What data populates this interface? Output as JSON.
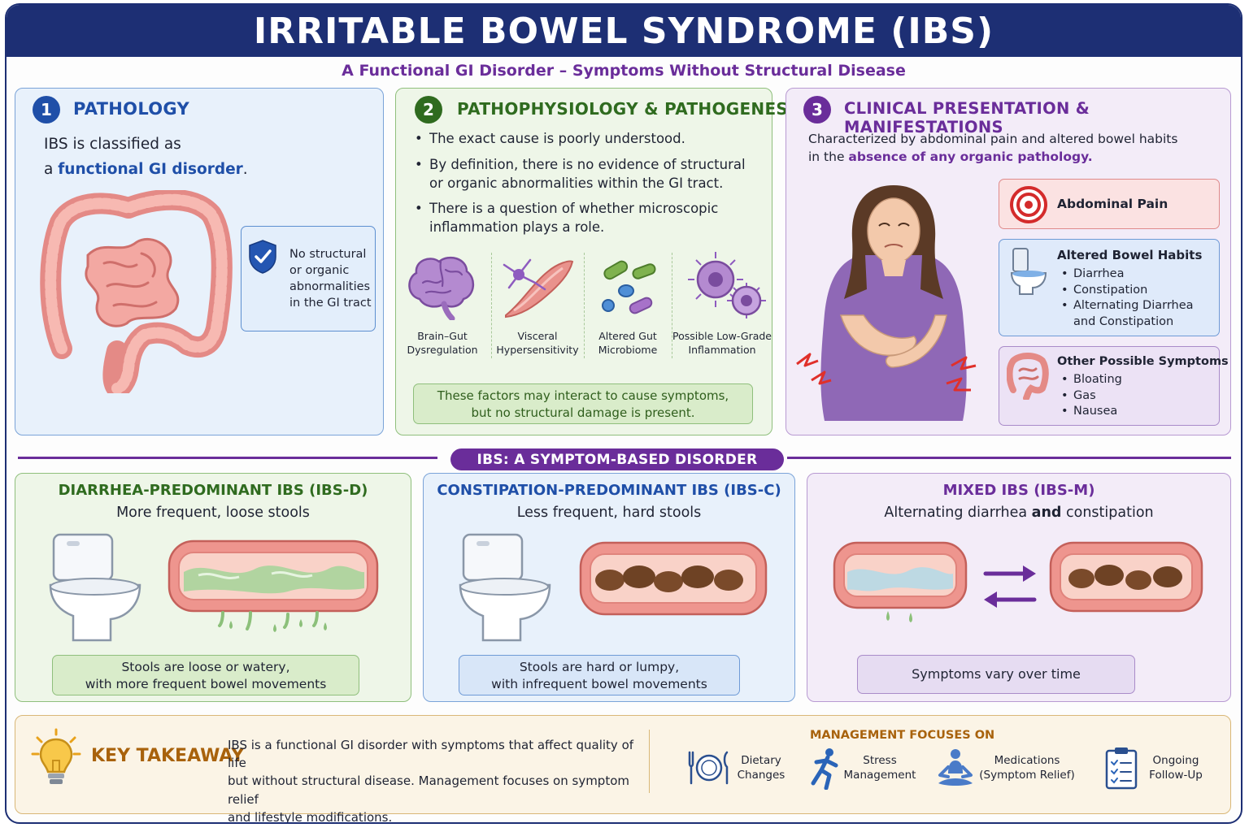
{
  "title": "IRRITABLE BOWEL SYNDROME (IBS)",
  "subtitle": "A Functional GI Disorder – Symptoms Without Structural Disease",
  "pathology": {
    "number": "1",
    "title": "PATHOLOGY",
    "line1": "IBS is classified as",
    "line2_prefix": "a ",
    "line2_highlight": "functional GI disorder",
    "line2_suffix": ".",
    "badge_text": "No structural or organic abnormalities in the GI tract"
  },
  "pathophysiology": {
    "number": "2",
    "title": "PATHOPHYSIOLOGY & PATHOGENESIS",
    "bullets": [
      "The exact cause is poorly understood.",
      "By definition, there is no evidence of structural or organic abnormalities within the GI tract.",
      "There is a question of whether microscopic inflammation plays a role."
    ],
    "factors": [
      {
        "line1": "Brain–Gut",
        "line2": "Dysregulation",
        "icon": "brain-icon"
      },
      {
        "line1": "Visceral",
        "line2": "Hypersensitivity",
        "icon": "nerve-icon"
      },
      {
        "line1": "Altered Gut",
        "line2": "Microbiome",
        "icon": "bacteria-icon"
      },
      {
        "line1": "Possible Low-Grade",
        "line2": "Inflammation",
        "icon": "inflammation-cells-icon"
      }
    ],
    "note_line1": "These factors may interact to cause symptoms,",
    "note_line2": "but no structural damage is present."
  },
  "clinical": {
    "number": "3",
    "title": "CLINICAL PRESENTATION & MANIFESTATIONS",
    "intro_line1": "Characterized by abdominal pain and altered bowel habits",
    "intro_prefix": "in the ",
    "intro_highlight": "absence of any organic pathology.",
    "pain": "Abdominal Pain",
    "bowel_title": "Altered Bowel Habits",
    "bowel_items": [
      "Diarrhea",
      "Constipation",
      "Alternating Diarrhea and Constipation"
    ],
    "other_title": "Other Possible Symptoms",
    "other_items": [
      "Bloating",
      "Gas",
      "Nausea"
    ]
  },
  "band_label": "IBS: A SYMPTOM-BASED DISORDER",
  "subtypes": {
    "d": {
      "title": "DIARRHEA-PREDOMINANT IBS (IBS-D)",
      "subtitle": "More frequent, loose stools",
      "note_line1": "Stools are loose or watery,",
      "note_line2": "with more frequent bowel movements"
    },
    "c": {
      "title": "CONSTIPATION-PREDOMINANT IBS (IBS-C)",
      "subtitle": "Less frequent, hard stools",
      "note_line1": "Stools are hard or lumpy,",
      "note_line2": "with infrequent bowel movements"
    },
    "m": {
      "title": "MIXED IBS (IBS-M)",
      "subtitle_a": "Alternating diarrhea ",
      "subtitle_b": "and",
      "subtitle_c": " constipation",
      "note": "Symptoms vary over time"
    }
  },
  "takeaway": {
    "title": "KEY TAKEAWAY",
    "line1": "IBS is a functional GI disorder with symptoms that affect quality of life",
    "line2": "but without structural disease. Management focuses on symptom relief",
    "line3": "and lifestyle modifications.",
    "mgmt_title": "MANAGEMENT FOCUSES ON",
    "mgmt": [
      {
        "line1": "Dietary",
        "line2": "Changes",
        "icon": "plate-icon"
      },
      {
        "line1": "Stress",
        "line2": "Management",
        "icon": "running-person-icon"
      },
      {
        "line1": "Medications",
        "line2": "(Symptom Relief)",
        "icon": "meditation-icon"
      },
      {
        "line1": "Ongoing",
        "line2": "Follow-Up",
        "icon": "clipboard-icon"
      }
    ]
  },
  "colors": {
    "navy": "#1d2f74",
    "purple": "#6a2d9a",
    "green": "#2f6b1f",
    "blue": "#1f4fa8",
    "orange": "#a8620c"
  }
}
